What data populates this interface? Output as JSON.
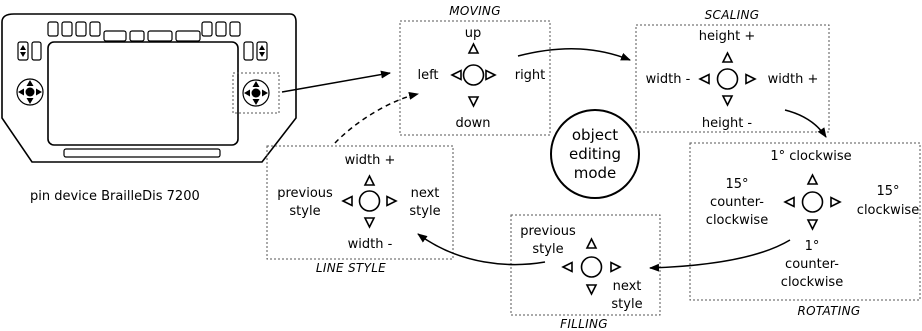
{
  "device": {
    "caption": "pin device BrailleDis 7200"
  },
  "center": {
    "lines": [
      "object",
      "editing",
      "mode"
    ]
  },
  "panels": {
    "moving": {
      "title": "MOVING",
      "up": "up",
      "down": "down",
      "left": "left",
      "right": "right"
    },
    "scaling": {
      "title": "SCALING",
      "up": "height +",
      "down": "height -",
      "left": "width -",
      "right": "width +"
    },
    "rotating": {
      "title": "ROTATING",
      "up": "1° clockwise",
      "down": [
        "1°",
        "counter-",
        "clockwise"
      ],
      "left": [
        "15°",
        "counter-",
        "clockwise"
      ],
      "right": [
        "15°",
        "clockwise"
      ]
    },
    "filling": {
      "title": "FILLING",
      "up_left": [
        "previous",
        "style"
      ],
      "down_right": [
        "next",
        "style"
      ]
    },
    "line_style": {
      "title": "LINE STYLE",
      "up": "width +",
      "down": "width -",
      "left": [
        "previous",
        "style"
      ],
      "right": [
        "next",
        "style"
      ]
    }
  }
}
